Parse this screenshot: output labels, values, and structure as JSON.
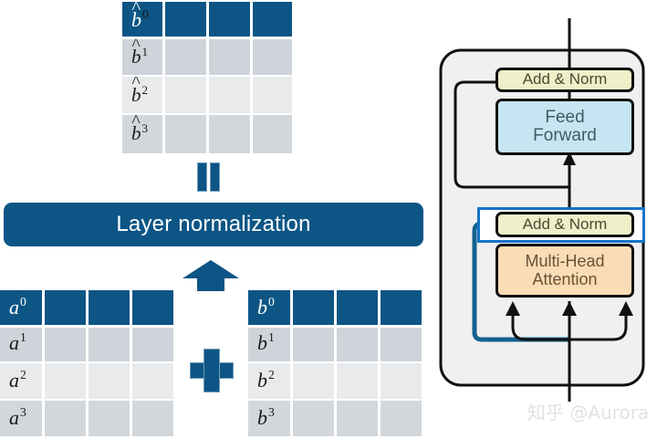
{
  "figure": {
    "title_bar": {
      "label": "Layer normalization"
    },
    "operators": {
      "equals": "=",
      "plus": "+",
      "arrow": "up-arrow"
    },
    "watermark": "知乎 @Aurora"
  },
  "matrices": [
    {
      "id": "b-hat",
      "name": "output-matrix-b-hat",
      "rows": [
        {
          "label_base": "b",
          "hat": true,
          "sup": "0",
          "highlight": true
        },
        {
          "label_base": "b",
          "hat": true,
          "sup": "1",
          "highlight": false
        },
        {
          "label_base": "b",
          "hat": true,
          "sup": "2",
          "highlight": false
        },
        {
          "label_base": "b",
          "hat": true,
          "sup": "3",
          "highlight": false
        }
      ],
      "columns": 4
    },
    {
      "id": "a",
      "name": "input-matrix-a",
      "rows": [
        {
          "label_base": "a",
          "hat": false,
          "sup": "0",
          "highlight": true
        },
        {
          "label_base": "a",
          "hat": false,
          "sup": "1",
          "highlight": false
        },
        {
          "label_base": "a",
          "hat": false,
          "sup": "2",
          "highlight": false
        },
        {
          "label_base": "a",
          "hat": false,
          "sup": "3",
          "highlight": false
        }
      ],
      "columns": 4
    },
    {
      "id": "b",
      "name": "input-matrix-b",
      "rows": [
        {
          "label_base": "b",
          "hat": false,
          "sup": "0",
          "highlight": true
        },
        {
          "label_base": "b",
          "hat": false,
          "sup": "1",
          "highlight": false
        },
        {
          "label_base": "b",
          "hat": false,
          "sup": "2",
          "highlight": false
        },
        {
          "label_base": "b",
          "hat": false,
          "sup": "3",
          "highlight": false
        }
      ],
      "columns": 4
    }
  ],
  "transformer": {
    "name": "transformer-encoder-block",
    "blocks": [
      {
        "id": "add-norm-top",
        "label": "Add & Norm",
        "color": "#edf0c8"
      },
      {
        "id": "feed-forward",
        "label": "Feed\nForward",
        "line1": "Feed",
        "line2": "Forward",
        "color": "#c6e5f2"
      },
      {
        "id": "add-norm-bottom",
        "label": "Add & Norm",
        "color": "#edf0c8",
        "highlighted": true
      },
      {
        "id": "multi-head-attention",
        "label": "Multi-Head\nAttention",
        "line1": "Multi-Head",
        "line2": "Attention",
        "color": "#fadcb6"
      }
    ],
    "highlight_color": "#1673c8"
  },
  "colors": {
    "accent_blue": "#0d5585",
    "highlight_blue": "#1673c8",
    "row_shade_1": "#ced4da",
    "row_shade_2": "#e8eaec",
    "row_shade_3": "#d2d7dc"
  }
}
